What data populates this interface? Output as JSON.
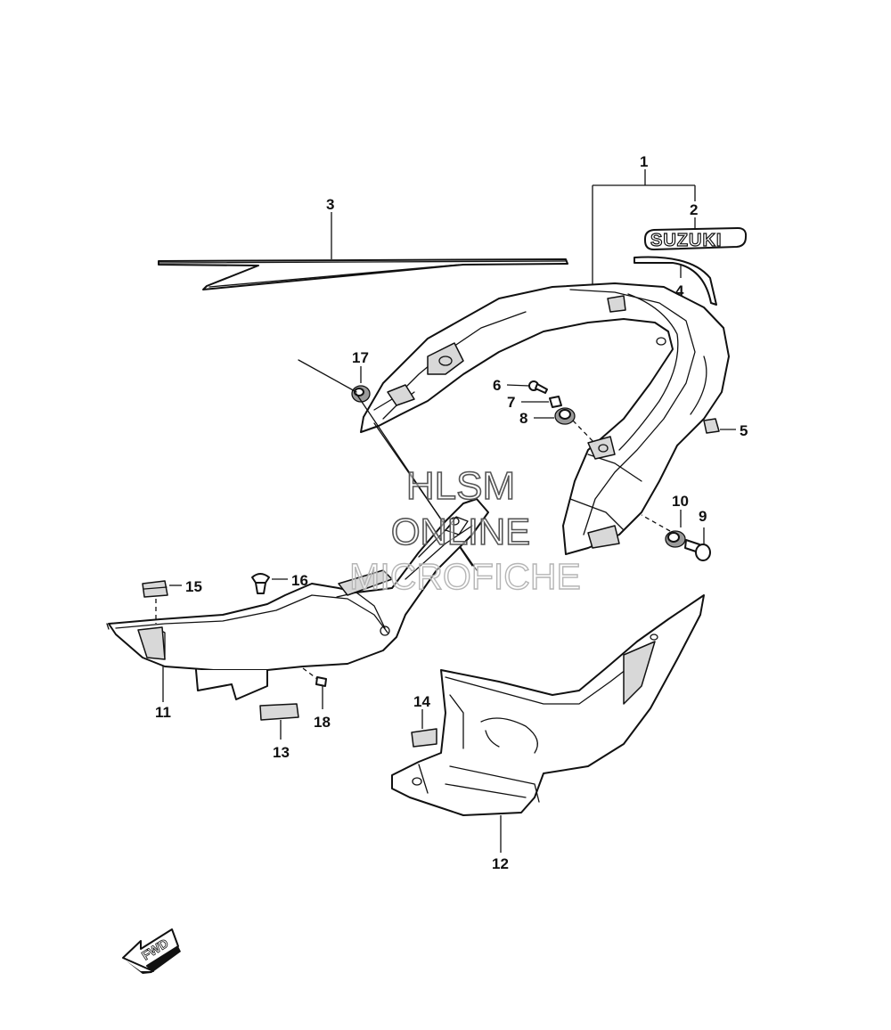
{
  "callouts": {
    "p1": "1",
    "p2": "2",
    "p3": "3",
    "p4": "4",
    "p5": "5",
    "p6": "6",
    "p7": "7",
    "p8": "8",
    "p9": "9",
    "p10": "10",
    "p11": "11",
    "p12": "12",
    "p13": "13",
    "p14": "14",
    "p15": "15",
    "p16": "16",
    "p17": "17",
    "p18": "18"
  },
  "emblem_text": "SUZUKI",
  "watermark": {
    "line1": "HLSM",
    "line2": "ONLINE",
    "line3": "MICROFICHE"
  },
  "direction_label": "FWD"
}
